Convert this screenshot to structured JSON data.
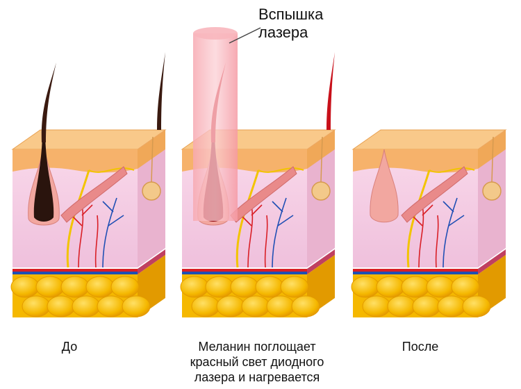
{
  "laser_label": {
    "line1": "Вспышка",
    "line2": "лазера"
  },
  "panels": [
    {
      "caption": "До",
      "hair": "dark",
      "hair_color": "#3a1a10",
      "bulb_color": "#2a140d"
    },
    {
      "caption_lines": [
        "Меланин поглощает",
        "красный свет диодного",
        "лазера и нагревается"
      ],
      "hair": "heated",
      "hair_color": "#c8101a",
      "bulb_color": "#8a0008"
    },
    {
      "caption": "После",
      "hair": "none"
    }
  ],
  "colors": {
    "epidermis": "#f6b26b",
    "epidermis_top": "#f9c98a",
    "dermis": "#f7d4e6",
    "dermis_side": "#e9b3cf",
    "fat": "#f5b800",
    "fat_dark": "#e29a00",
    "artery": "#d91f26",
    "vein": "#1f4fb4",
    "nerve": "#f2c400",
    "laser_beam": "#f49aa3"
  }
}
